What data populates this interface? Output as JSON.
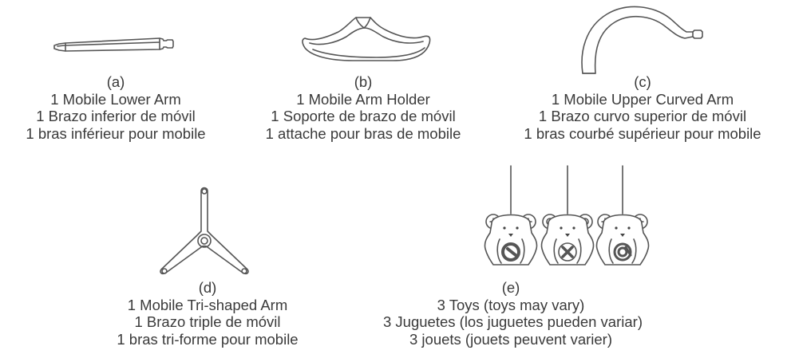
{
  "parts": [
    {
      "letter": "(a)",
      "lines": [
        "1 Mobile Lower Arm",
        "1 Brazo inferior de móvil",
        "1 bras inférieur pour mobile"
      ],
      "icon": "mobile-lower-arm"
    },
    {
      "letter": "(b)",
      "lines": [
        "1 Mobile Arm Holder",
        "1 Soporte de brazo de móvil",
        "1 attache pour bras de mobile"
      ],
      "icon": "mobile-arm-holder"
    },
    {
      "letter": "(c)",
      "lines": [
        "1 Mobile Upper Curved Arm",
        "1 Brazo curvo superior de móvil",
        "1 bras courbé supérieur pour mobile"
      ],
      "icon": "mobile-upper-curved-arm"
    },
    {
      "letter": "(d)",
      "lines": [
        "1 Mobile Tri-shaped Arm",
        "1 Brazo triple de móvil",
        "1 bras tri-forme pour mobile"
      ],
      "icon": "mobile-tri-shaped-arm"
    },
    {
      "letter": "(e)",
      "lines": [
        "3 Toys (toys may vary)",
        "3 Juguetes (los juguetes pueden variar)",
        "3 jouets (jouets peuvent varier)"
      ],
      "icon": "hanging-bear-toys"
    }
  ]
}
